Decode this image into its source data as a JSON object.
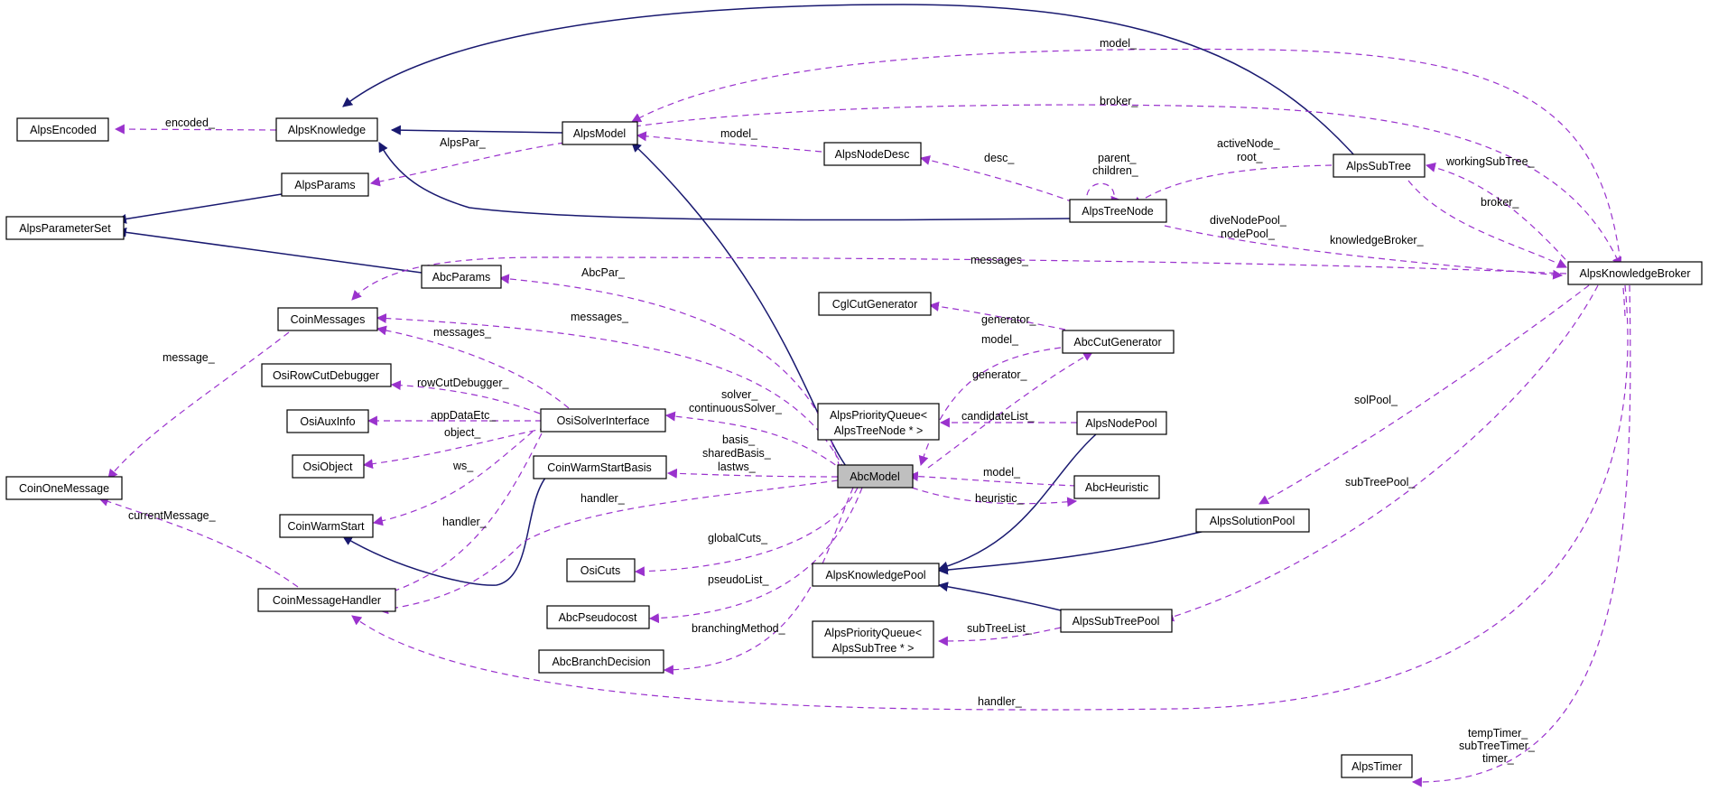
{
  "diagram": {
    "focus": "AbcModel",
    "colors": {
      "inheritance": "#191970",
      "usage": "#9a32cd",
      "focus_fill": "#bfbfbf"
    },
    "nodes": {
      "AlpsEncoded": "AlpsEncoded",
      "AlpsKnowledge": "AlpsKnowledge",
      "AlpsModel": "AlpsModel",
      "AlpsParams": "AlpsParams",
      "AlpsParameterSet": "AlpsParameterSet",
      "AlpsNodeDesc": "AlpsNodeDesc",
      "AlpsTreeNode": "AlpsTreeNode",
      "AlpsSubTree": "AlpsSubTree",
      "AlpsKnowledgeBroker": "AlpsKnowledgeBroker",
      "AbcParams": "AbcParams",
      "CoinMessages": "CoinMessages",
      "CglCutGenerator": "CglCutGenerator",
      "AbcCutGenerator": "AbcCutGenerator",
      "OsiRowCutDebugger": "OsiRowCutDebugger",
      "OsiAuxInfo": "OsiAuxInfo",
      "OsiSolverInterface": "OsiSolverInterface",
      "APQTreeNode_l1": "AlpsPriorityQueue<",
      "APQTreeNode_l2": "AlpsTreeNode * >",
      "AlpsNodePool": "AlpsNodePool",
      "OsiObject": "OsiObject",
      "CoinOneMessage": "CoinOneMessage",
      "CoinWarmStartBasis": "CoinWarmStartBasis",
      "AbcModel": "AbcModel",
      "AbcHeuristic": "AbcHeuristic",
      "CoinWarmStart": "CoinWarmStart",
      "AlpsSolutionPool": "AlpsSolutionPool",
      "OsiCuts": "OsiCuts",
      "AlpsKnowledgePool": "AlpsKnowledgePool",
      "CoinMessageHandler": "CoinMessageHandler",
      "AbcPseudocost": "AbcPseudocost",
      "AlpsSubTreePool": "AlpsSubTreePool",
      "APQSubTree_l1": "AlpsPriorityQueue<",
      "APQSubTree_l2": "AlpsSubTree * >",
      "AbcBranchDecision": "AbcBranchDecision",
      "AlpsTimer": "AlpsTimer"
    },
    "edge_labels": {
      "model_top": "model_",
      "broker_top": "broker_",
      "encoded": "encoded_",
      "alpsPar": "AlpsPar_",
      "model_desc": "model_",
      "desc": "desc_",
      "parent": "parent_",
      "children": "children_",
      "activeNode": "activeNode_",
      "root": "root_",
      "workingSubTree": "workingSubTree_",
      "broker_sub": "broker_",
      "diveNodePool": "diveNodePool_",
      "nodePool": "nodePool_",
      "knowledgeBroker": "knowledgeBroker_",
      "messages_broker": "messages_",
      "abcPar": "AbcPar_",
      "messages_model": "messages_",
      "messages_osi": "messages_",
      "message": "message_",
      "generator_cgl": "generator_",
      "model_cut": "model_",
      "generator_cut": "generator_",
      "rowCutDebugger": "rowCutDebugger_",
      "solver": "solver_",
      "continuousSolver": "continuousSolver_",
      "candidateList": "candidateList_",
      "appDataEtc": "appDataEtc_",
      "object": "object_",
      "basis": "basis_",
      "sharedBasis": "sharedBasis_",
      "lastws": "lastws_",
      "model_heur": "model_",
      "ws": "ws_",
      "currentMessage": "currentMessage_",
      "handler_model": "handler_",
      "heuristic": "heuristic_",
      "handler_osi": "handler_",
      "globalCuts": "globalCuts_",
      "pseudoList": "pseudoList_",
      "branchingMethod": "branchingMethod_",
      "subTreeList": "subTreeList_",
      "solPool": "solPool_",
      "subTreePool": "subTreePool_",
      "handler_broker": "handler_",
      "tempTimer": "tempTimer_",
      "subTreeTimer": "subTreeTimer_",
      "timer": "timer_"
    }
  }
}
